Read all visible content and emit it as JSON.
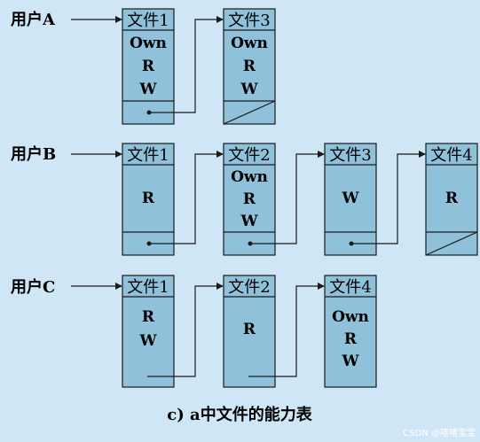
{
  "rows": [
    {
      "user": "用户A",
      "files": [
        {
          "name": "文件1",
          "rights": [
            "Own",
            "R",
            "W"
          ],
          "next": "link"
        },
        {
          "name": "文件3",
          "rights": [
            "Own",
            "R",
            "W"
          ],
          "next": "null"
        }
      ]
    },
    {
      "user": "用户B",
      "files": [
        {
          "name": "文件1",
          "rights": [
            "R"
          ],
          "next": "link"
        },
        {
          "name": "文件2",
          "rights": [
            "Own",
            "R",
            "W"
          ],
          "next": "link"
        },
        {
          "name": "文件3",
          "rights": [
            "W"
          ],
          "next": "link"
        },
        {
          "name": "文件4",
          "rights": [
            "R"
          ],
          "next": "null"
        }
      ]
    },
    {
      "user": "用户C",
      "files": [
        {
          "name": "文件1",
          "rights": [
            "R",
            "W"
          ],
          "next": "link"
        },
        {
          "name": "文件2",
          "rights": [
            "R"
          ],
          "next": "link"
        },
        {
          "name": "文件4",
          "rights": [
            "Own",
            "R",
            "W"
          ],
          "next": "none"
        }
      ]
    }
  ],
  "caption": "c) a中文件的能力表",
  "watermark": "CSDN @嘻嘻宝宝",
  "colors": {
    "background": "#cfe6f6",
    "box": "#8fc1da",
    "line": "#1a1a1a"
  }
}
